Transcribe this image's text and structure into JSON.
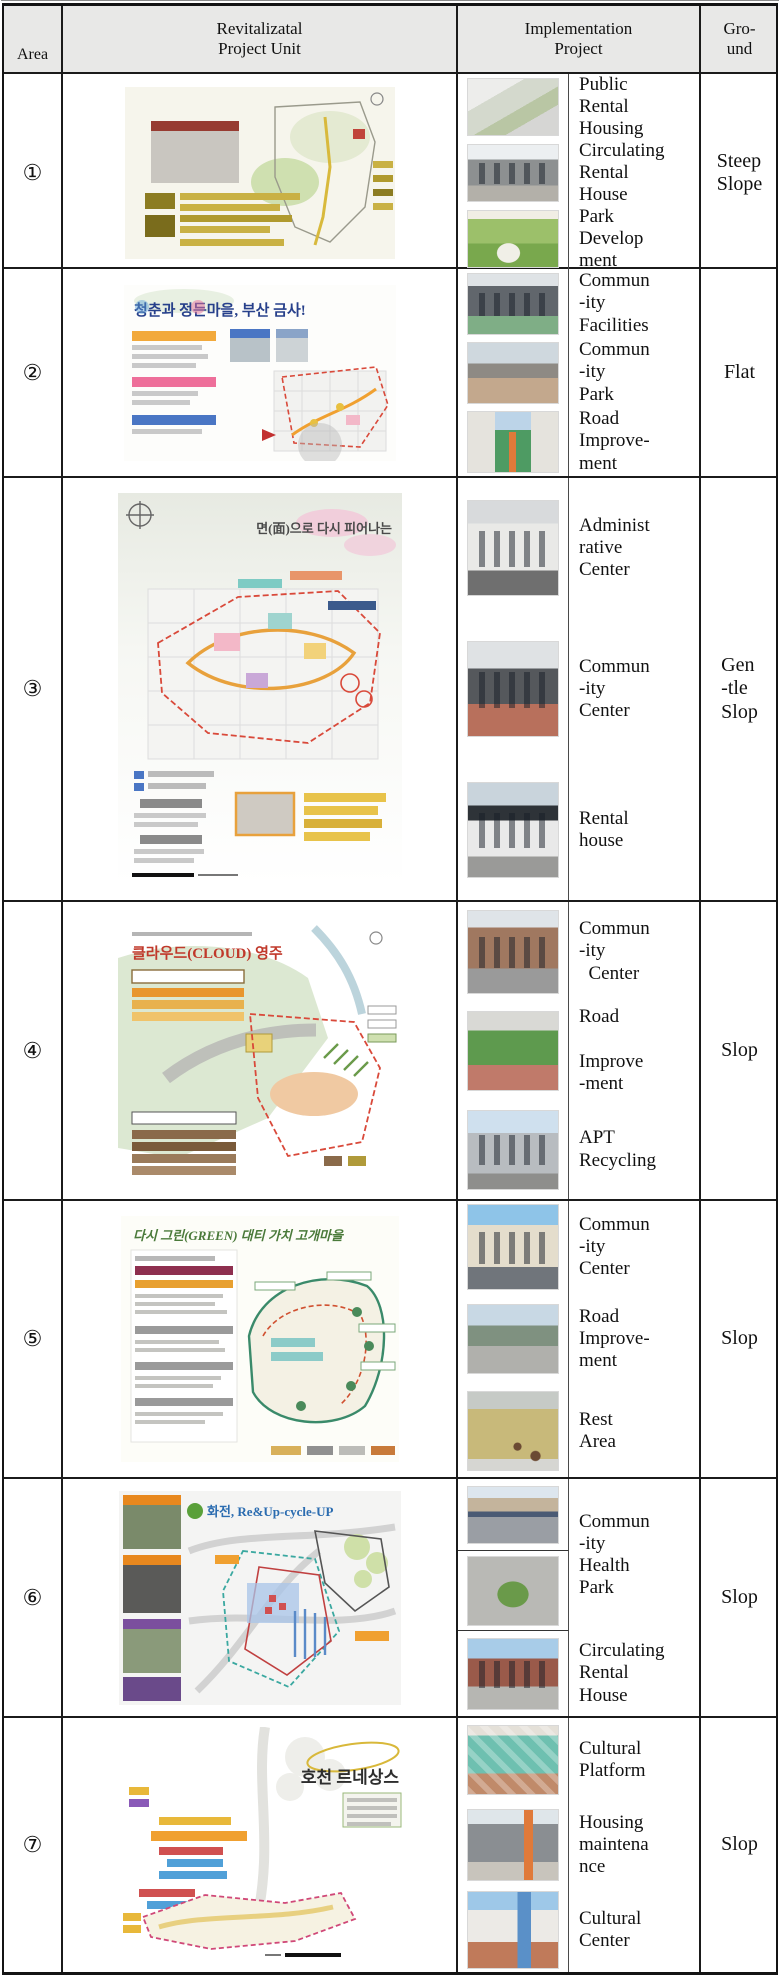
{
  "header": {
    "area": "Area",
    "unit": "Revitalizatal\nProject Unit",
    "impl": "Implementation\nProject",
    "ground": "Gro-\nund"
  },
  "colors": {
    "table_border": "#1b1b1b",
    "header_bg": "#e8e8e7",
    "boundary_red": "#d9493a",
    "map_khaki": "#c9ae3e",
    "accent_orange": "#f09f3a",
    "accent_pink": "#ea6f9c",
    "accent_blue": "#3f6fba",
    "accent_teal": "#49a08f",
    "accent_purple": "#7b4f9e",
    "accent_green": "#5a9a4a"
  },
  "rows": [
    {
      "area": "①",
      "map_title": "",
      "map_desc": "revitalization plan map with khaki label bars and red inset card",
      "ground": "Steep\nSlope",
      "projects": [
        {
          "label": "Public\nRental\nHousing",
          "photo": "3d-rendering-of-public-rental-housing-complex"
        },
        {
          "label": "Circulating\nRental\nHouse",
          "photo": "three-story-rental-house-building"
        },
        {
          "label": "Park\nDevelop\nment",
          "photo": "illustrated-park-plan-rendering"
        }
      ]
    },
    {
      "area": "②",
      "map_title": "청춘과 정든마을, 부산 금사!",
      "map_desc": "street plan map with colorful legend and red dashed boundary",
      "ground": "Flat",
      "projects": [
        {
          "label": "Commun\n-ity\nFacilities",
          "photo": "modern-community-facility-building"
        },
        {
          "label": "Commun\n-ity\nPark",
          "photo": "village-street-with-community-park"
        },
        {
          "label": "Road\nImprove-\nment",
          "photo": "green-paved-alley-road"
        }
      ]
    },
    {
      "area": "③",
      "map_title": "면(面)으로 다시 피어나는",
      "map_desc": "district plan map with compass, pink clouds and orange ring route",
      "ground": "Gen\n-tle\nSlop",
      "projects": [
        {
          "label": "Administ\nrative\nCenter",
          "photo": "white-administrative-center-building"
        },
        {
          "label": "Commun\n-ity\nCenter",
          "photo": "community-center-building-with-car"
        },
        {
          "label": "Rental\nhouse",
          "photo": "black-and-white-rental-house"
        }
      ]
    },
    {
      "area": "④",
      "map_title": "클라우드(CLOUD) 영주",
      "map_desc": "plan map on green terrain with gray road band and orange zone",
      "ground": "Slop",
      "projects": [
        {
          "label": "Commun\n-ity\n  Center",
          "photo": "brick-community-center-with-banners"
        },
        {
          "label": "Road\n\nImprove\n-ment",
          "photo": "garden-corner-with-gazebo"
        },
        {
          "label": "APT\nRecycling",
          "photo": "apartment-building-street-view"
        }
      ]
    },
    {
      "area": "⑤",
      "map_title": "다시 그린(GREEN) 대티 가치 고개마을",
      "map_desc": "plan map with maroon legend panel and teal-outlined boundary",
      "ground": "Slop",
      "projects": [
        {
          "label": "Commun\n-ity\nCenter",
          "photo": "four-story-community-center-with-parked-cars"
        },
        {
          "label": "Road\nImprove-\nment",
          "photo": "street-corner-with-mural-wall"
        },
        {
          "label": "Rest\nArea",
          "photo": "rest-area-yard-with-stepping-stumps"
        }
      ]
    },
    {
      "area": "⑥",
      "map_title": "화전, Re&Up-cycle-UP",
      "map_desc": "street map with photo cards strip, teal and red boundaries",
      "ground": "Slop",
      "projects": [
        {
          "label": "Commun\n-ity\nHealth\nPark",
          "photo": "health-center-building-with-parking-lot"
        },
        {
          "label": "",
          "photo": "aerial-rendering-of-oval-park"
        },
        {
          "label": "Circulating\nRental\nHouse",
          "photo": "red-brick-circulating-rental-house"
        }
      ]
    },
    {
      "area": "⑦",
      "map_title": "호천 르네상스",
      "map_desc": "plan map with stacked colored legend bars and red dashed boundary",
      "ground": "Slop",
      "projects": [
        {
          "label": "Cultural\nPlatform",
          "photo": "teal-diamond-facade-cultural-platform"
        },
        {
          "label": "Housing\nmaintena\nnce",
          "photo": "gray-housing-maintenance-building"
        },
        {
          "label": "Cultural\nCenter",
          "photo": "cultural-center-with-blue-glass-tower"
        }
      ]
    }
  ]
}
